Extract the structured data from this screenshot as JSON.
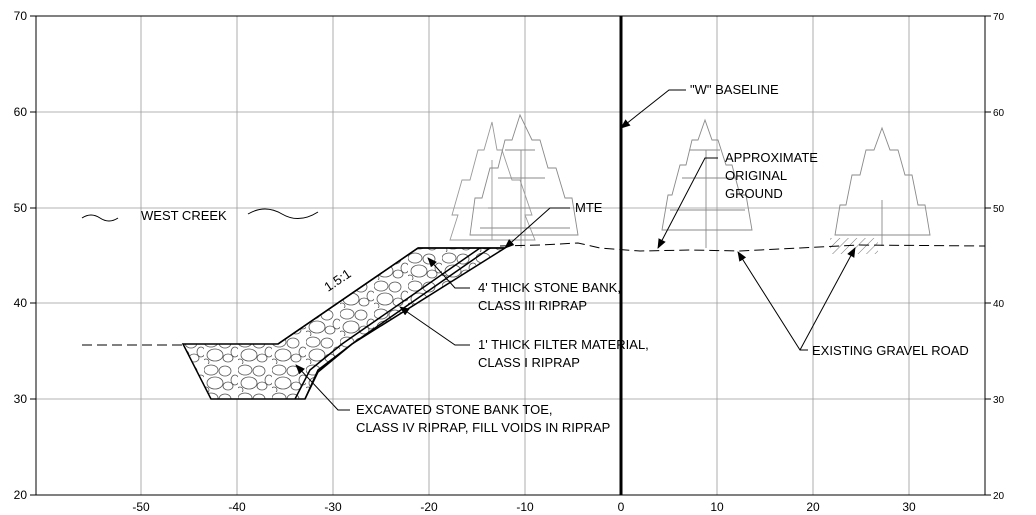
{
  "drawing": {
    "axes": {
      "y_ticks": [
        "70",
        "60",
        "50",
        "40",
        "30",
        "20"
      ],
      "x_ticks": [
        "-50",
        "-40",
        "-30",
        "-20",
        "-10",
        "0",
        "10",
        "20",
        "30"
      ]
    },
    "slope_label": "1.5:1",
    "labels": {
      "creek": "WEST CREEK",
      "baseline": "\"W\" BASELINE",
      "mte": "MTE",
      "original_ground": [
        "APPROXIMATE",
        "ORIGINAL",
        "GROUND"
      ],
      "stone_bank": [
        "4' THICK STONE BANK,",
        "CLASS III RIPRAP"
      ],
      "filter": [
        "1' THICK FILTER MATERIAL,",
        "CLASS I RIPRAP"
      ],
      "toe": [
        "EXCAVATED STONE BANK TOE,",
        "CLASS IV RIPRAP, FILL VOIDS IN RIPRAP"
      ],
      "road": "EXISTING GRAVEL ROAD"
    }
  }
}
